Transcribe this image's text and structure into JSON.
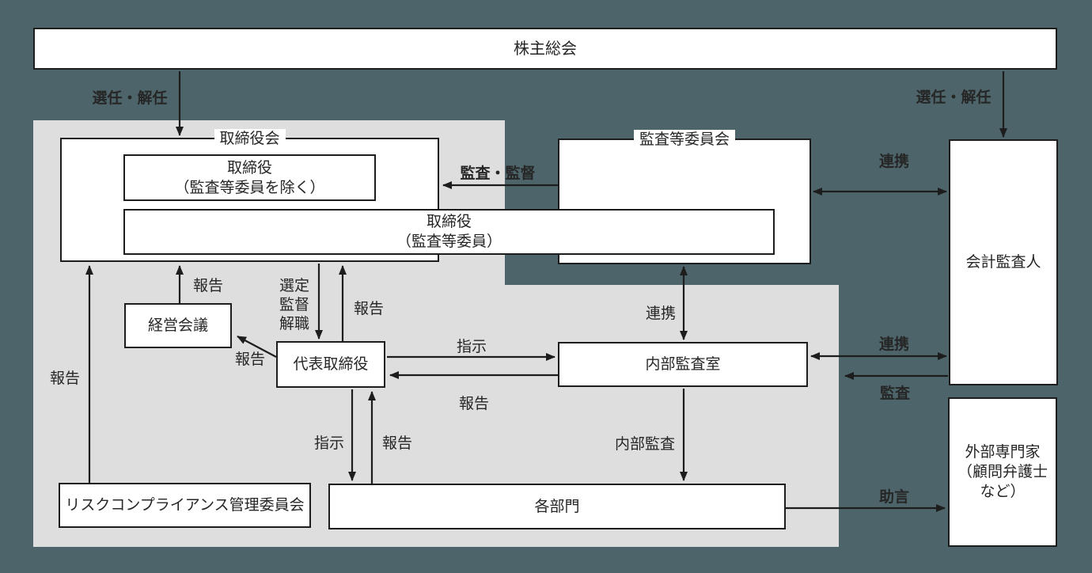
{
  "nodes": {
    "shareholders": "株主総会",
    "board": "取締役会",
    "directors_excluding": "取締役\n（監査等委員を除く）",
    "directors_audit": "取締役\n（監査等委員）",
    "audit_committee": "監査等委員会",
    "accounting_auditor": "会計監査人",
    "external_experts": "外部専門家\n（顧問弁護士\nなど）",
    "management_meeting": "経営会議",
    "representative_director": "代表取締役",
    "internal_audit_office": "内部監査室",
    "risk_compliance_committee": "リスクコンプライアンス管理委員会",
    "departments": "各部門"
  },
  "edge_labels": {
    "appoint_dismiss_left": "選任・解任",
    "appoint_dismiss_right": "選任・解任",
    "audit_supervise": "監査・監督",
    "cooperation_committee_auditor": "連携",
    "report_long_left": "報告",
    "report_mgmt_to_board": "報告",
    "select_supervise_dismiss": "選定\n監督\n解職",
    "report_rep_to_board": "報告",
    "report_rep_to_mgmt": "報告",
    "instruct_rep_to_internal": "指示",
    "report_internal_to_rep": "報告",
    "cooperation_committee_internal": "連携",
    "cooperation_internal_auditor": "連携",
    "audit_by_auditor": "監査",
    "instruct_rep_to_departments": "指示",
    "report_departments_to_rep": "報告",
    "internal_audit": "内部監査",
    "advice": "助言"
  },
  "colors": {
    "background": "#4d656a",
    "company_panel": "#dedede",
    "box_fill": "#ffffff",
    "line": "#1d1d1d",
    "text": "#262626"
  }
}
